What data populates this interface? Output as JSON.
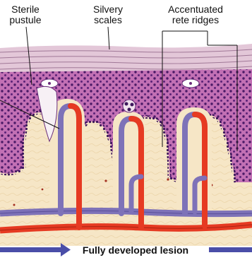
{
  "labels": {
    "sterile_pustule": "Sterile\npustule",
    "silvery_scales": "Silvery\nscales",
    "accentuated_rete_ridges": "Accentuated\nrete ridges"
  },
  "caption": "Fully developed lesion",
  "colors": {
    "scale_layer": "#d9b7cc",
    "epidermis": "#b457a4",
    "epidermis_light": "#d28dc7",
    "nucleus": "#4a1a66",
    "dermis": "#f6e6c6",
    "artery": "#e63a22",
    "vein": "#7e72b8",
    "arrow": "#4a4ea8"
  }
}
